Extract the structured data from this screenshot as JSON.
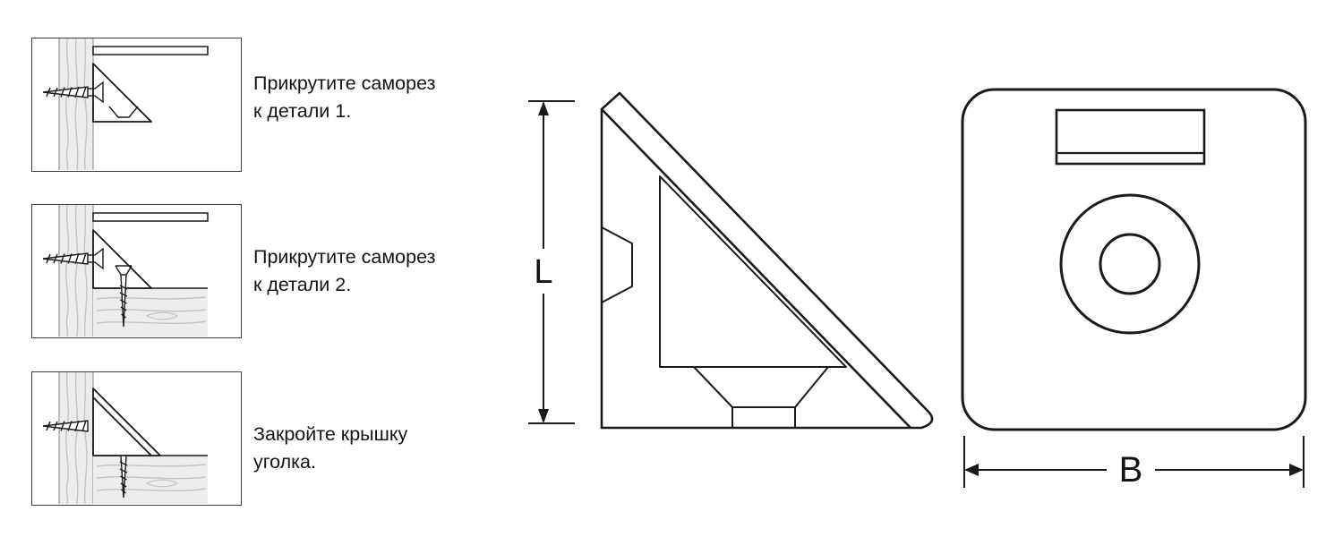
{
  "steps": [
    {
      "caption": "Прикрутите саморез\nк детали 1."
    },
    {
      "caption": "Прикрутите саморез\nк детали 2."
    },
    {
      "caption": "Закройте крышку\nуголка."
    }
  ],
  "side_view": {
    "dimension_label": "L"
  },
  "front_view": {
    "dimension_label": "B"
  },
  "colors": {
    "line": "#1a1a1a",
    "wood_fill": "#ececec",
    "wood_grain": "#c4c4c4"
  }
}
